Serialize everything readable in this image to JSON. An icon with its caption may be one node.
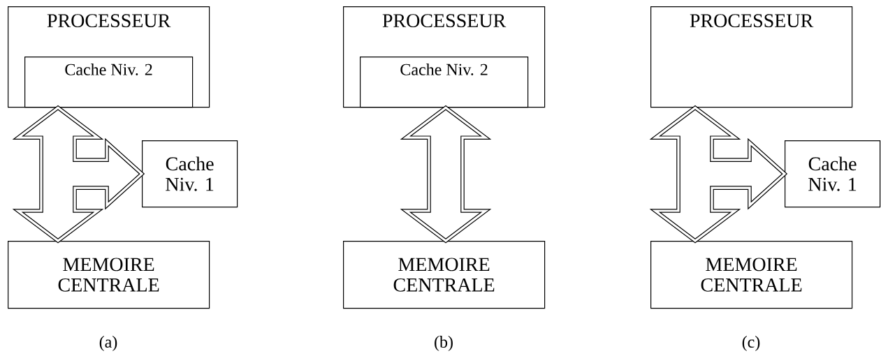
{
  "diagram": {
    "nodes": [
      {
        "text": [
          "PROCESSEUR"
        ]
      },
      {
        "text": [
          "Cache Niv. 2"
        ],
        "in": 0
      },
      {
        "text": [
          "Cache Niv. 1"
        ]
      },
      {
        "text": [
          "MEMOIRE CENTRALE"
        ]
      },
      {
        "text": [
          "PROCESSEUR"
        ]
      },
      {
        "text": [
          "Cache Niv. 2"
        ],
        "in": 4
      },
      {
        "text": [
          "MEMOIRE CENTRALE"
        ]
      },
      {
        "text": [
          "PROCESSEUR"
        ]
      },
      {
        "text": [
          "Cache Niv. 1"
        ]
      },
      {
        "text": [
          "MEMOIRE CENTRALE"
        ]
      }
    ],
    "edges": [
      {
        "from": 1,
        "to": 3,
        "arrow": "both"
      },
      {
        "from": 1,
        "to": 2,
        "arrow": "both"
      },
      {
        "from": 3,
        "to": 2,
        "arrow": "both"
      },
      {
        "from": 5,
        "to": 6,
        "arrow": "both"
      },
      {
        "from": 7,
        "to": 9,
        "arrow": "both"
      },
      {
        "from": 7,
        "to": 8,
        "arrow": "both"
      },
      {
        "from": 9,
        "to": 8,
        "arrow": "both"
      }
    ],
    "labels": [
      "(a)",
      "(b)",
      "(c)"
    ]
  }
}
